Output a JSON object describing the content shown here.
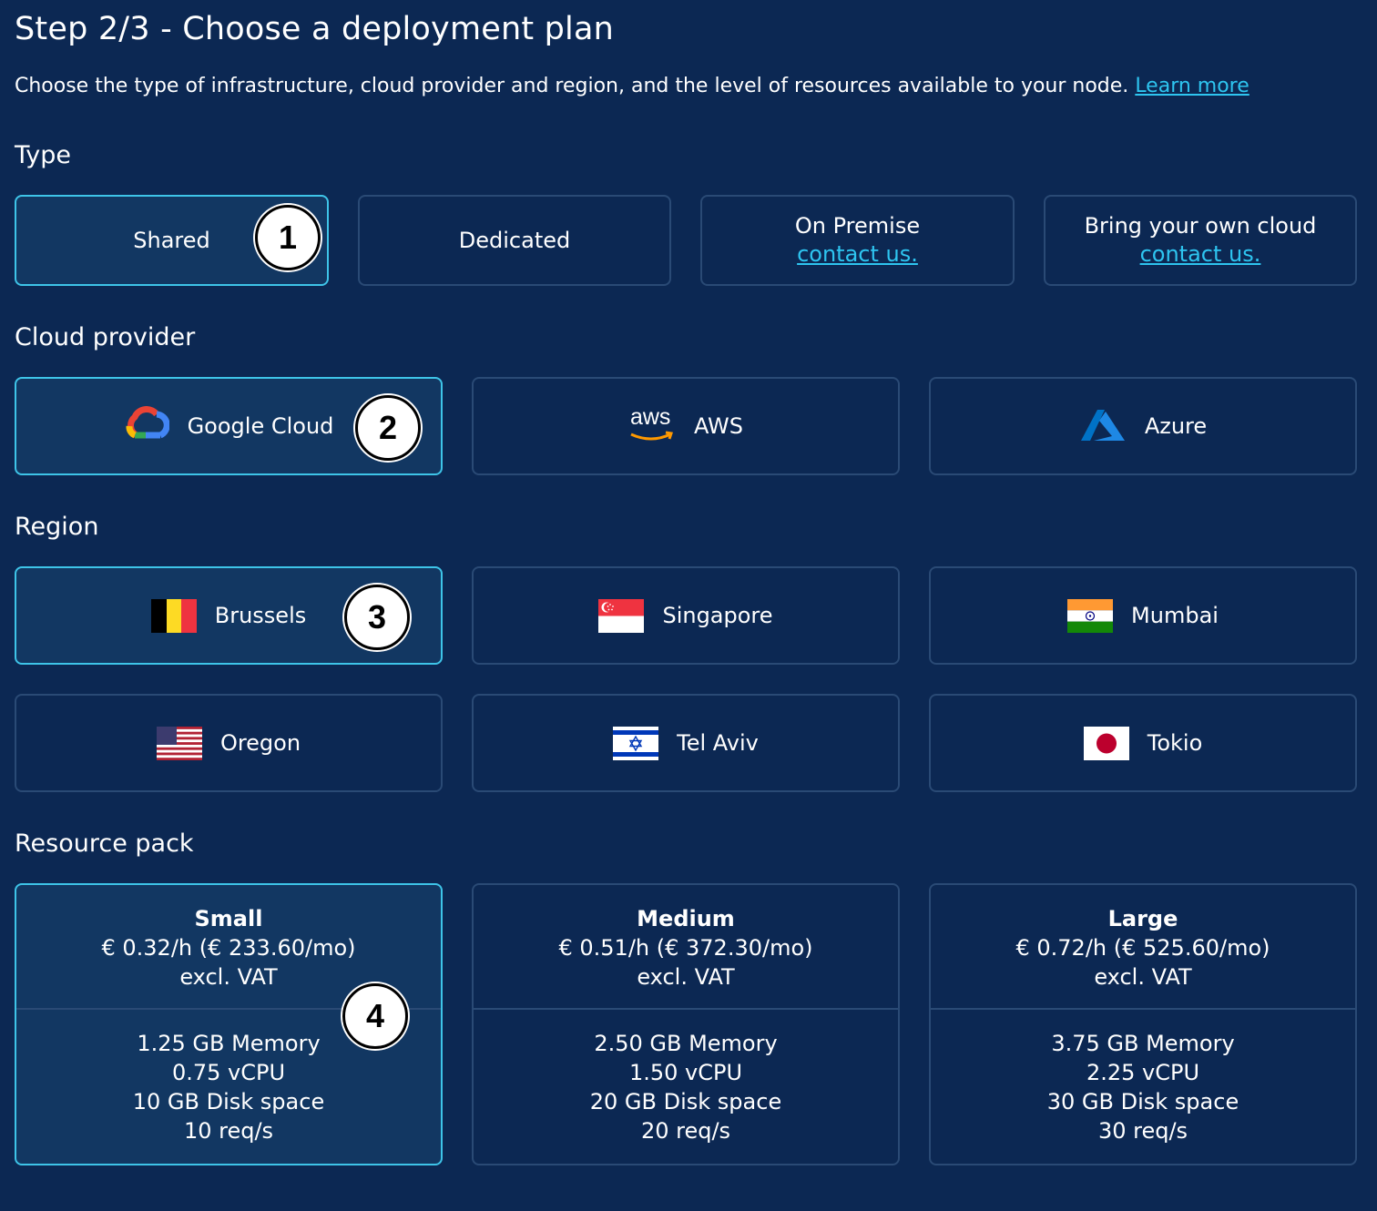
{
  "header": {
    "title": "Step 2/3 - Choose a deployment plan",
    "subtitle": "Choose the type of infrastructure, cloud provider and region, and the level of resources available to your node.",
    "learn_more": "Learn more"
  },
  "type": {
    "label": "Type",
    "options": [
      {
        "label": "Shared",
        "selected": true
      },
      {
        "label": "Dedicated",
        "selected": false
      },
      {
        "label": "On Premise",
        "link": "contact us.",
        "selected": false
      },
      {
        "label": "Bring your own cloud",
        "link": "contact us.",
        "selected": false
      }
    ]
  },
  "cloud_provider": {
    "label": "Cloud provider",
    "options": [
      {
        "label": "Google Cloud",
        "icon": "google-cloud-icon",
        "selected": true
      },
      {
        "label": "AWS",
        "icon": "aws-icon",
        "icon_text": "aws",
        "selected": false
      },
      {
        "label": "Azure",
        "icon": "azure-icon",
        "selected": false
      }
    ]
  },
  "region": {
    "label": "Region",
    "options": [
      {
        "label": "Brussels",
        "icon": "belgium-flag-icon",
        "selected": true
      },
      {
        "label": "Singapore",
        "icon": "singapore-flag-icon",
        "selected": false
      },
      {
        "label": "Mumbai",
        "icon": "india-flag-icon",
        "selected": false
      },
      {
        "label": "Oregon",
        "icon": "usa-flag-icon",
        "selected": false
      },
      {
        "label": "Tel Aviv",
        "icon": "israel-flag-icon",
        "selected": false
      },
      {
        "label": "Tokio",
        "icon": "japan-flag-icon",
        "selected": false
      }
    ]
  },
  "resource_pack": {
    "label": "Resource pack",
    "packs": [
      {
        "name": "Small",
        "price": "€ 0.32/h (€ 233.60/mo)",
        "vat": "excl. VAT",
        "memory": "1.25 GB Memory",
        "cpu": "0.75 vCPU",
        "disk": "10 GB Disk space",
        "rate": "10 req/s",
        "selected": true
      },
      {
        "name": "Medium",
        "price": "€ 0.51/h (€ 372.30/mo)",
        "vat": "excl. VAT",
        "memory": "2.50 GB Memory",
        "cpu": "1.50 vCPU",
        "disk": "20 GB Disk space",
        "rate": "20 req/s",
        "selected": false
      },
      {
        "name": "Large",
        "price": "€ 0.72/h (€ 525.60/mo)",
        "vat": "excl. VAT",
        "memory": "3.75 GB Memory",
        "cpu": "2.25 vCPU",
        "disk": "30 GB Disk space",
        "rate": "30 req/s",
        "selected": false
      }
    ]
  },
  "badges": [
    "1",
    "2",
    "3",
    "4"
  ],
  "colors": {
    "background": "#0c2853",
    "selected_background": "#123762",
    "selected_border": "#3ec4e8",
    "border": "#2a4a75",
    "link": "#2ec5f0"
  }
}
